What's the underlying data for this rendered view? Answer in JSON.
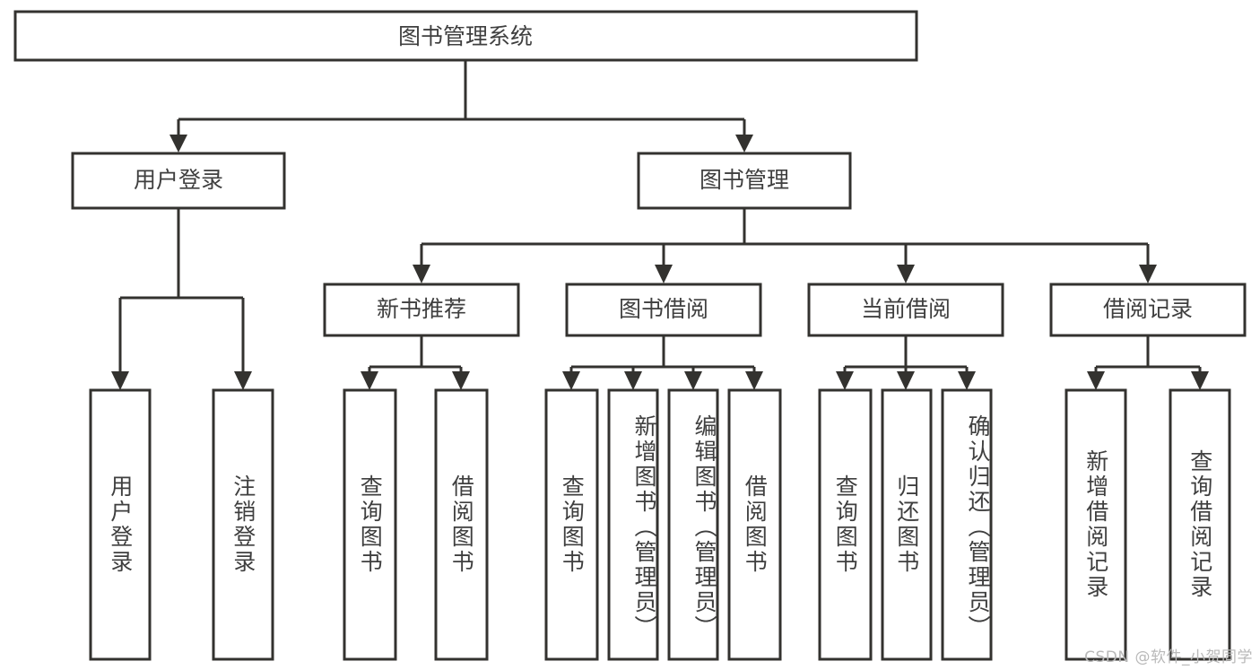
{
  "diagram": {
    "title": "图书管理系统",
    "type": "tree-hierarchy",
    "watermark": "CSDN @软件_小贺同学",
    "colors": {
      "stroke": "#33322f",
      "text": "#3f3f3f",
      "background": "#ffffff",
      "watermark": "#b9b9b9"
    },
    "root": {
      "label": "图书管理系统"
    },
    "level2": [
      {
        "label": "用户登录"
      },
      {
        "label": "图书管理"
      }
    ],
    "level3": [
      {
        "label": "新书推荐"
      },
      {
        "label": "图书借阅"
      },
      {
        "label": "当前借阅"
      },
      {
        "label": "借阅记录"
      }
    ],
    "leaves": {
      "user_login": [
        {
          "label": "用户登录"
        },
        {
          "label": "注销登录"
        }
      ],
      "new_book_rec": [
        {
          "label": "查询图书"
        },
        {
          "label": "借阅图书"
        }
      ],
      "book_borrow": [
        {
          "label": "查询图书"
        },
        {
          "label": "新增图书（管理员）"
        },
        {
          "label": "编辑图书（管理员）"
        },
        {
          "label": "借阅图书"
        }
      ],
      "current_borrow": [
        {
          "label": "查询图书"
        },
        {
          "label": "归还图书"
        },
        {
          "label": "确认归还（管理员）"
        }
      ],
      "borrow_record": [
        {
          "label": "新增借阅记录"
        },
        {
          "label": "查询借阅记录"
        }
      ]
    }
  }
}
